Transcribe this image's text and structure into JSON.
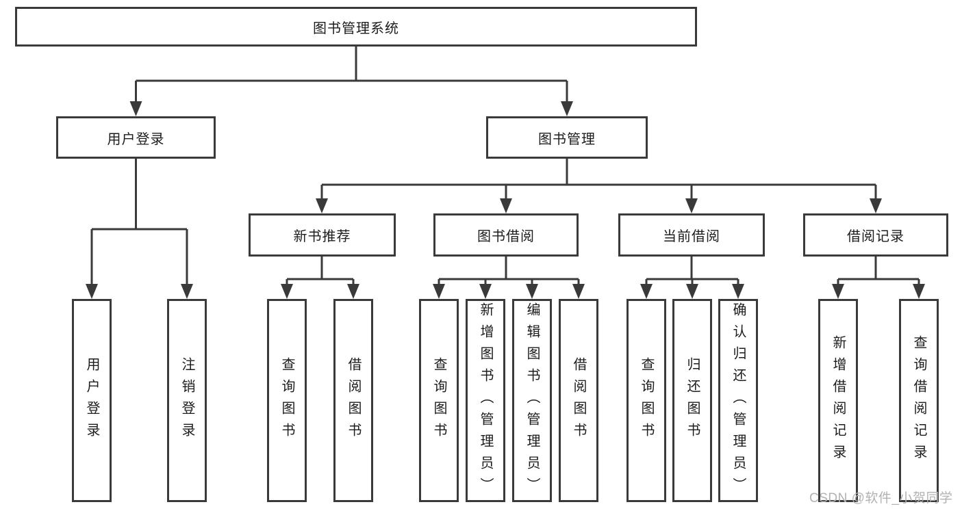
{
  "diagram": {
    "type": "hierarchy-tree",
    "title": "图书管理系统",
    "colors": {
      "background": "#ffffff",
      "line": "#3a3a3a",
      "box_border": "#3a3a3a",
      "text": "#1c1c1c",
      "watermark": "#b2b2b2"
    },
    "nodes": {
      "root": {
        "label": "图书管理系统"
      },
      "level2": [
        {
          "label": "用户登录"
        },
        {
          "label": "图书管理"
        }
      ],
      "level3": [
        {
          "label": "新书推荐",
          "parent": "图书管理"
        },
        {
          "label": "图书借阅",
          "parent": "图书管理"
        },
        {
          "label": "当前借阅",
          "parent": "图书管理"
        },
        {
          "label": "借阅记录",
          "parent": "图书管理"
        }
      ],
      "leaves": [
        {
          "label": "用户登录",
          "parent": "用户登录"
        },
        {
          "label": "注销登录",
          "parent": "用户登录"
        },
        {
          "label": "查询图书",
          "parent": "新书推荐"
        },
        {
          "label": "借阅图书",
          "parent": "新书推荐"
        },
        {
          "label": "查询图书",
          "parent": "图书借阅"
        },
        {
          "label": "新增图书（管理员）",
          "parent": "图书借阅"
        },
        {
          "label": "编辑图书（管理员）",
          "parent": "图书借阅"
        },
        {
          "label": "借阅图书",
          "parent": "图书借阅"
        },
        {
          "label": "查询图书",
          "parent": "当前借阅"
        },
        {
          "label": "归还图书",
          "parent": "当前借阅"
        },
        {
          "label": "确认归还（管理员）",
          "parent": "当前借阅"
        },
        {
          "label": "新增借阅记录",
          "parent": "借阅记录"
        },
        {
          "label": "查询借阅记录",
          "parent": "借阅记录"
        }
      ]
    },
    "watermark": "CSDN @软件_小贺同学"
  }
}
